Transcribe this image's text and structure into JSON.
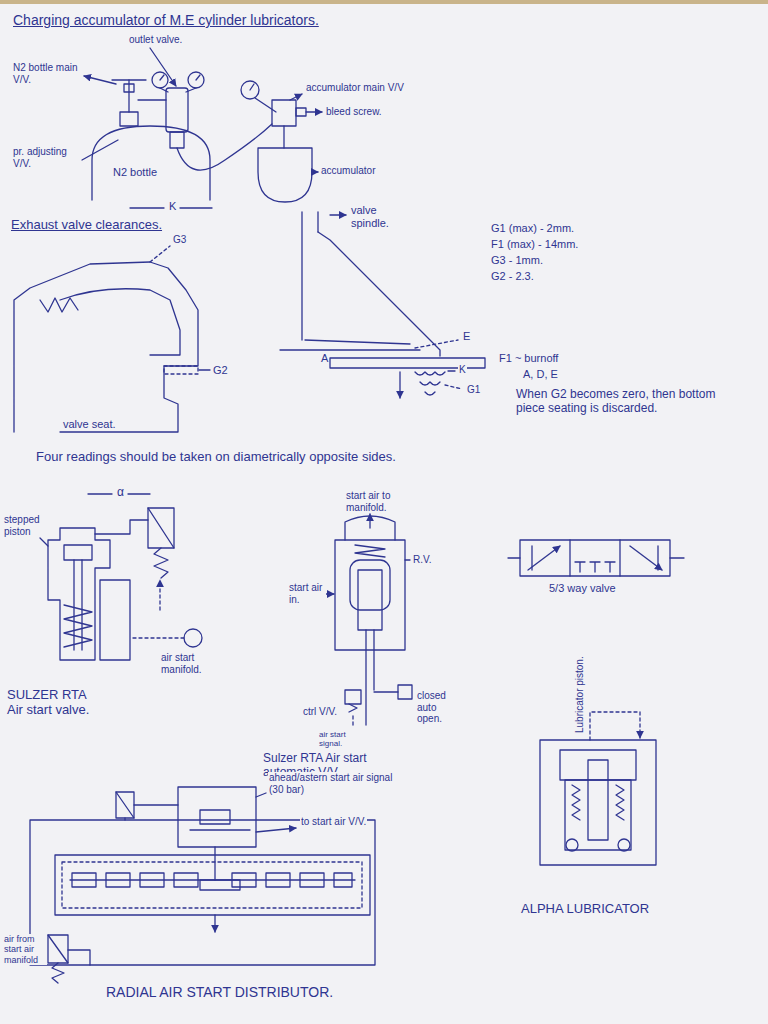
{
  "diagram": {
    "title": "Charging accumulator of M.E cylinder lubricators.",
    "labels": [
      "outlet valve.",
      "N2 bottle main V/V.",
      "pr. adjusting V/V.",
      "N2 bottle",
      "accumulator main V/V",
      "bleed screw.",
      "accumulator",
      "K",
      "Exhaust valve clearances.",
      "G3",
      "G2",
      "valve seat.",
      "valve spindle.",
      "E",
      "A",
      "K",
      "G1",
      "G1 (max) - 2mm.",
      "F1 (max) - 14mm.",
      "G3 - 1mm.",
      "G2 - 2.3.",
      "F1 ~ burnoff",
      "A, D, E",
      "When G2 becomes zero, then bottom piece seating is discarded.",
      "Four readings should be taken on diametrically opposite sides.",
      "α",
      "stepped piston",
      "air start manifold.",
      "SULZER RTA Air start valve.",
      "start air to manifold.",
      "R.V.",
      "start air in.",
      "ctrl V/V.",
      "closed auto open.",
      "air start signal.",
      "Sulzer RTA Air start automatic V/V.",
      "5/3 way valve",
      "Lubricator piston.",
      "ALPHA LUBRICATOR",
      "ahead/astern start air signal (30 bar)",
      "to start air V/V.",
      "air from start air manifold",
      "RADIAL AIR START DISTRIBUTOR."
    ]
  }
}
